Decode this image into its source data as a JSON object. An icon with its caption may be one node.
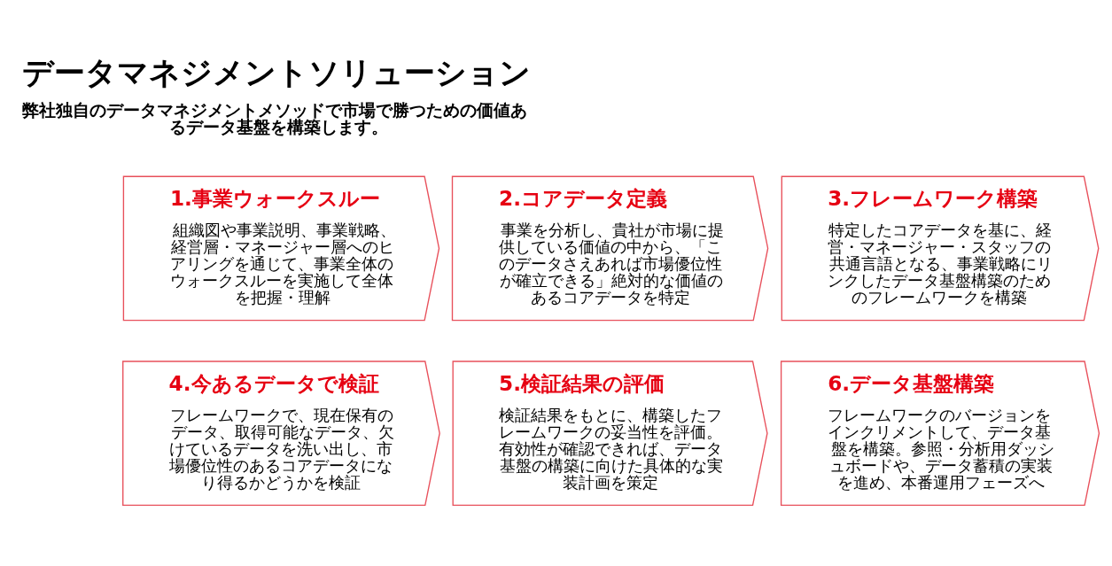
{
  "diagram": {
    "title": "データマネジメントソリューション",
    "nodes": [
      {
        "text": [
          "1.事業ウォークスルー",
          "組織図や事業説明、事業戦略、経営層・マネージャー層へのヒアリングを通じて、事業全体のウォークスルーを実施して全体を把握・理解"
        ]
      },
      {
        "text": [
          "2.コアデータ定義",
          "事業を分析し、貴社が市場に提供している価値の中から、「このデータさえあれば市場優位性が確立できる」絶対的な価値のあるコアデータを特定"
        ]
      },
      {
        "text": [
          "3.フレームワーク構築",
          "特定したコアデータを基に、経営・マネージャー・スタッフの共通言語となる、事業戦略にリンクしたデータ基盤構築のためのフレームワークを構築"
        ]
      },
      {
        "text": [
          "4.今あるデータで検証",
          "フレームワークで、現在保有のデータ、取得可能なデータ、欠けているデータを洗い出し、市場優位性のあるコアデータになり得るかどうかを検証"
        ]
      },
      {
        "text": [
          "5.検証結果の評価",
          "検証結果をもとに、構築したフレームワークの妥当性を評価。有効性が確認できれば、データ基盤の構築に向けた具体的な実装計画を策定"
        ]
      },
      {
        "text": [
          "6.データ基盤構築",
          "フレームワークのバージョンをインクリメントして、データ基盤を構築。参照・分析用ダッシュボードや、データ蓄積の実装を進め、本番運用フェーズへ"
        ]
      }
    ],
    "labels": [
      "弊社独自のデータマネジメントメソッドで市場で勝つための価値あるデータ基盤を構築します。"
    ]
  }
}
